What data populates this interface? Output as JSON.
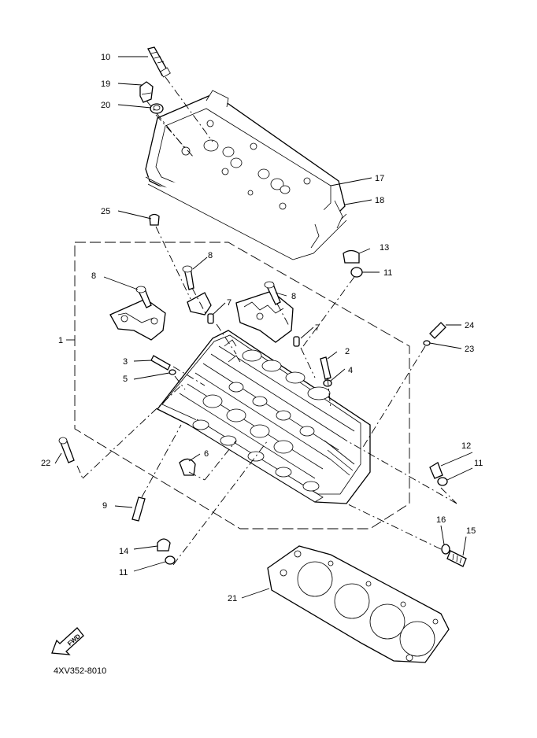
{
  "callouts": {
    "c1": "1",
    "c2": "2",
    "c3": "3",
    "c4": "4",
    "c5": "5",
    "c6": "6",
    "c7a": "7",
    "c7b": "7",
    "c8a": "8",
    "c8b": "8",
    "c8c": "8",
    "c9": "9",
    "c10": "10",
    "c11a": "11",
    "c11b": "11",
    "c11c": "11",
    "c12": "12",
    "c13": "13",
    "c14": "14",
    "c15": "15",
    "c16": "16",
    "c17": "17",
    "c18": "18",
    "c19": "19",
    "c20": "20",
    "c21": "21",
    "c22": "22",
    "c23": "23",
    "c24": "24",
    "c25": "25"
  },
  "fwd_label": "FWD",
  "drawing_code": "4XV352-8010"
}
